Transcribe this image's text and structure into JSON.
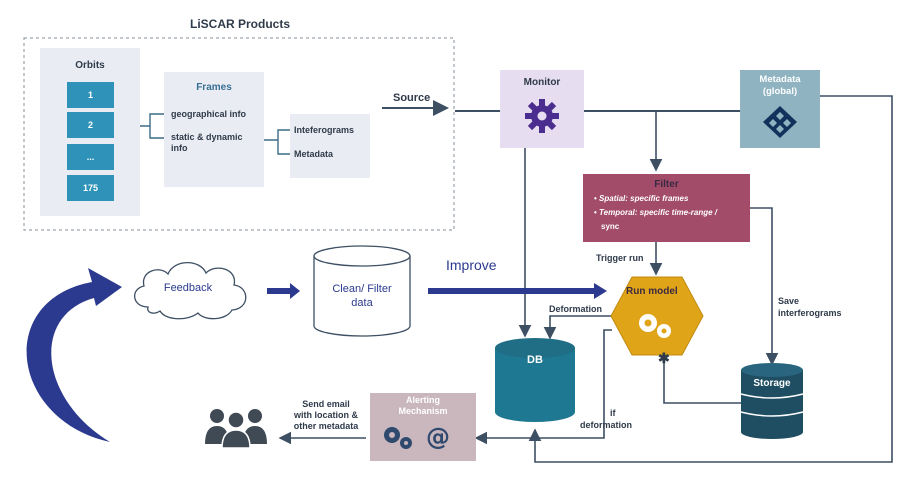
{
  "products": {
    "title": "LiSCAR Products",
    "orbits_label": "Orbits",
    "orbits": [
      "1",
      "2",
      "...",
      "175"
    ],
    "frames_label": "Frames",
    "frames_items": [
      "geographical info",
      "static & dynamic",
      "info"
    ],
    "sub_items": [
      "Inteferograms",
      "Metadata"
    ]
  },
  "source_label": "Source",
  "monitor_label": "Monitor",
  "metadata_global": [
    "Metadata",
    "(global)"
  ],
  "filter": {
    "title": "Filter",
    "line1_key": "Spatial:",
    "line1_val": " specific frames",
    "line2_key": "Temporal:",
    "line2_val": " specific time-range /",
    "line3": "sync"
  },
  "trigger_label": "Trigger run",
  "run_model_label": "Run model",
  "save_label": [
    "Save",
    "interferograms"
  ],
  "storage_label": "Storage",
  "db_label": "DB",
  "deformation_label": "Deformation",
  "if_deformation": [
    "if",
    "deformation"
  ],
  "alerting": [
    "Alerting",
    "Mechanism"
  ],
  "send_email": [
    "Send email",
    "with location &",
    "other metadata"
  ],
  "feedback_label": "Feedback",
  "clean_filter": [
    "Clean/ Filter",
    "data"
  ],
  "improve_label": "Improve",
  "colors": {
    "orbit_box": "#2f93b9",
    "panel": "#e9edf3",
    "monitor_bg": "#e6def0",
    "monitor_icon": "#4b2d8f",
    "metadata_bg": "#8fb3c1",
    "metadata_icon": "#13325b",
    "filter_bg": "#a24c6a",
    "run_model": "#e0a419",
    "storage": "#1f4e63",
    "db": "#1e7891",
    "alerting_bg": "#c9b7bd",
    "arrow_dark": "#2b3a8f"
  }
}
